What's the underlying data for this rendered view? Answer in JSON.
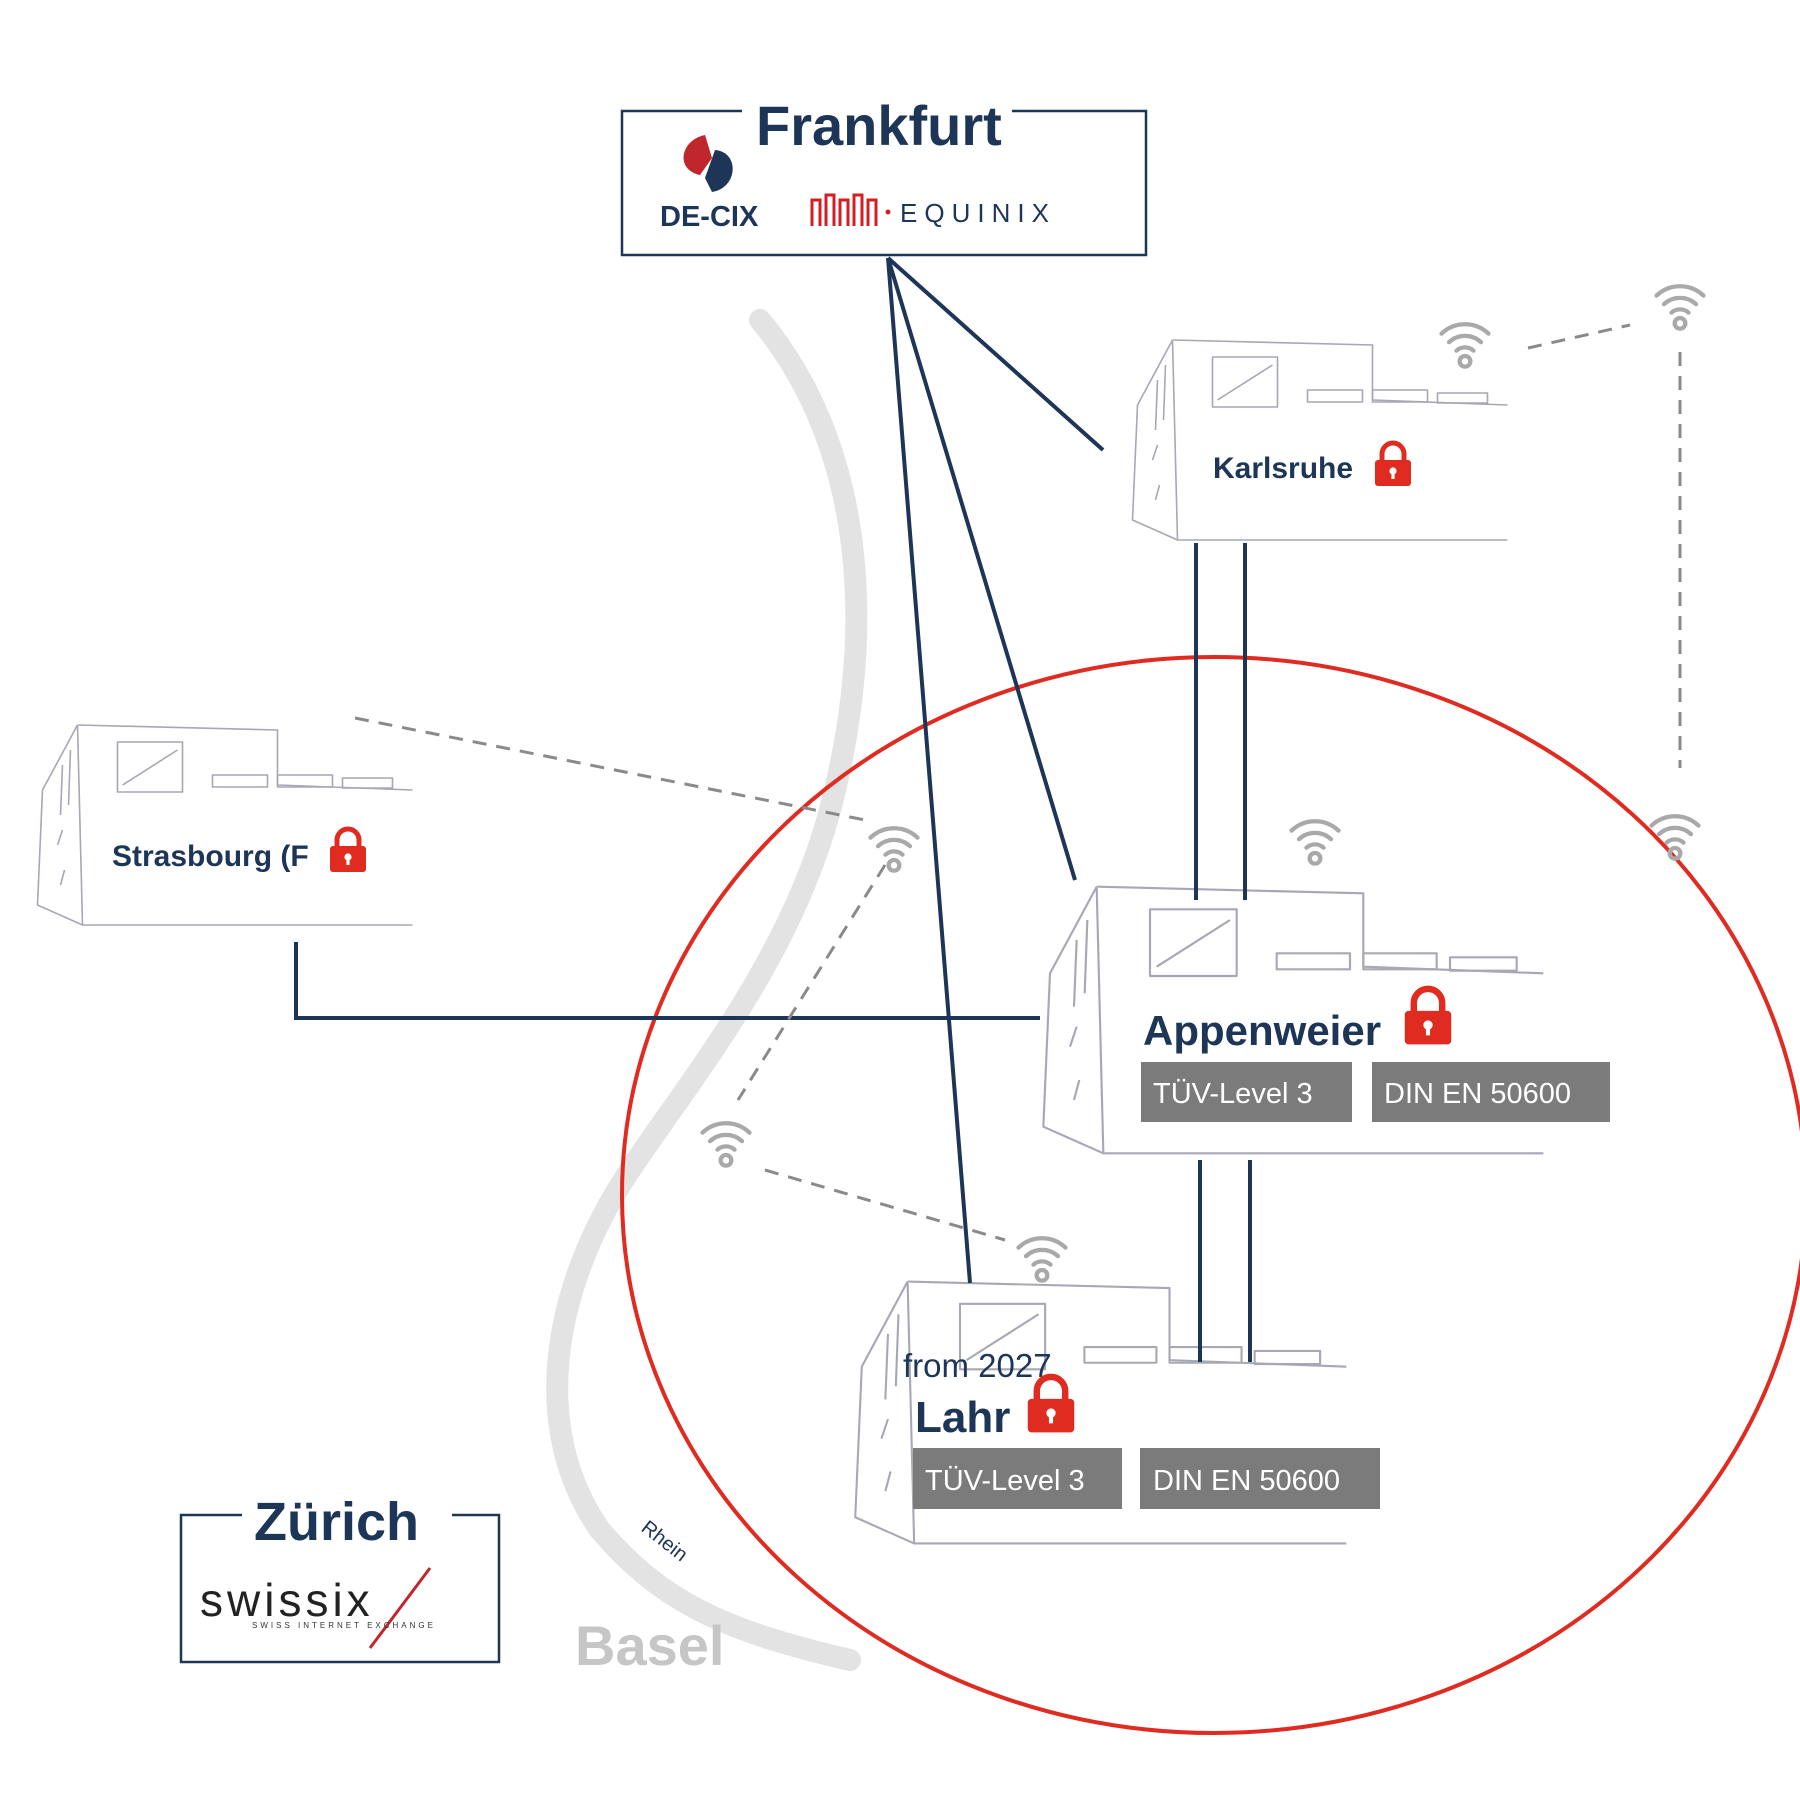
{
  "colors": {
    "navy": "#1d3557",
    "red": "#e02b20",
    "gray_badge": "#7b7b7b",
    "river": "#e3e3e3",
    "wifi": "#a9a9a9",
    "building_line": "#a7a7b5"
  },
  "hubs": {
    "frankfurt": {
      "title": "Frankfurt",
      "logo1_text": "DE-CIX",
      "logo2_text": "EQUINIX"
    },
    "zurich": {
      "title": "Zürich",
      "logo_text": "swissix",
      "logo_sub": "SWISS INTERNET EXCHANGE"
    }
  },
  "sites": {
    "karlsruhe": {
      "label": "Karlsruhe",
      "icon": "lock-icon"
    },
    "strasbourg": {
      "label": "Strasbourg (F",
      "icon": "lock-icon"
    },
    "appenweier": {
      "label": "Appenweier",
      "icon": "lock-icon",
      "badges": [
        "TÜV-Level 3",
        "DIN EN 50600"
      ]
    },
    "lahr": {
      "note": "from 2027",
      "label": "Lahr",
      "icon": "lock-icon",
      "badges": [
        "TÜV-Level 3",
        "DIN EN 50600"
      ]
    }
  },
  "geography": {
    "river_label": "Rhein",
    "city_label": "Basel"
  },
  "icons": [
    "wifi-icon",
    "lock-icon",
    "building-icon"
  ]
}
